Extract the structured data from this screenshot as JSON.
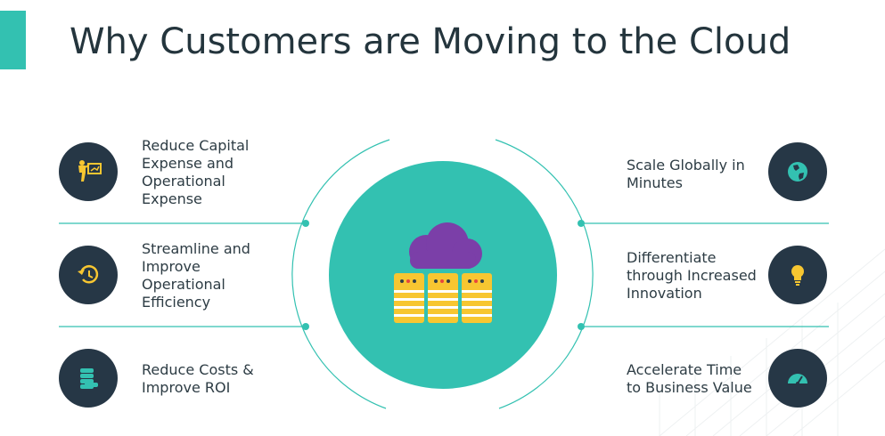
{
  "title": "Why Customers are Moving to the Cloud",
  "colors": {
    "accent": "#33c1b1",
    "dark": "#263746",
    "cloud": "#7b3fa8",
    "server": "#f7c631"
  },
  "left_items": [
    {
      "label": "Reduce Capital Expense and Operational Expense",
      "icon": "chart-presenter-icon"
    },
    {
      "label": "Streamline and Improve Operational Efficiency",
      "icon": "clock-history-icon"
    },
    {
      "label": "Reduce Costs & Improve ROI",
      "icon": "coins-stack-icon"
    }
  ],
  "right_items": [
    {
      "label": "Scale Globally in Minutes",
      "icon": "globe-icon"
    },
    {
      "label": "Differentiate through Increased Innovation",
      "icon": "lightbulb-icon"
    },
    {
      "label": "Accelerate Time to Business Value",
      "icon": "speedometer-icon"
    }
  ],
  "center_graphic": "cloud-server-icon"
}
